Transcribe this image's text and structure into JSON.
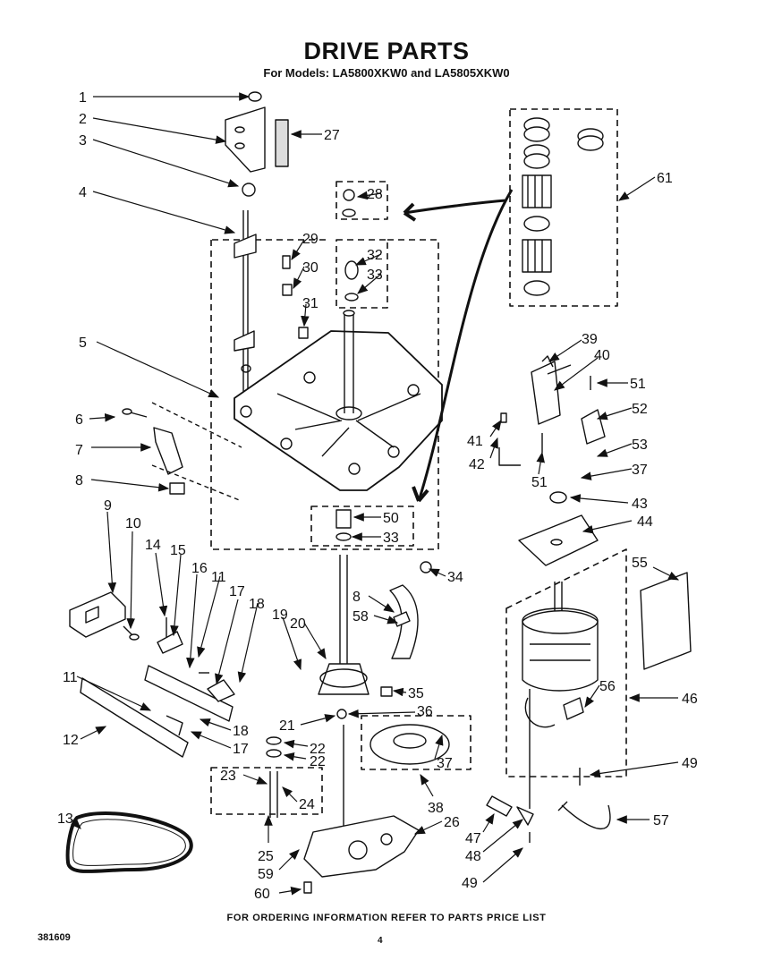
{
  "title": "DRIVE PARTS",
  "subtitle": "For Models: LA5800XKW0  and LA5805XKW0",
  "footer": "FOR ORDERING INFORMATION REFER TO PARTS PRICE LIST",
  "document_number": "381609",
  "page_number": "4",
  "colors": {
    "ink": "#111111",
    "paper": "#ffffff"
  },
  "callouts": [
    {
      "label": "1"
    },
    {
      "label": "2"
    },
    {
      "label": "3"
    },
    {
      "label": "4"
    },
    {
      "label": "5"
    },
    {
      "label": "6"
    },
    {
      "label": "7"
    },
    {
      "label": "8"
    },
    {
      "label": "9"
    },
    {
      "label": "10"
    },
    {
      "label": "14"
    },
    {
      "label": "15"
    },
    {
      "label": "16"
    },
    {
      "label": "11"
    },
    {
      "label": "17"
    },
    {
      "label": "18"
    },
    {
      "label": "11"
    },
    {
      "label": "12"
    },
    {
      "label": "13"
    },
    {
      "label": "18"
    },
    {
      "label": "17"
    },
    {
      "label": "19"
    },
    {
      "label": "20"
    },
    {
      "label": "21"
    },
    {
      "label": "22"
    },
    {
      "label": "22"
    },
    {
      "label": "23"
    },
    {
      "label": "24"
    },
    {
      "label": "25"
    },
    {
      "label": "59"
    },
    {
      "label": "60"
    },
    {
      "label": "26"
    },
    {
      "label": "27"
    },
    {
      "label": "28"
    },
    {
      "label": "29"
    },
    {
      "label": "30"
    },
    {
      "label": "31"
    },
    {
      "label": "32"
    },
    {
      "label": "33"
    },
    {
      "label": "50"
    },
    {
      "label": "33"
    },
    {
      "label": "34"
    },
    {
      "label": "8"
    },
    {
      "label": "58"
    },
    {
      "label": "35"
    },
    {
      "label": "36"
    },
    {
      "label": "37"
    },
    {
      "label": "38"
    },
    {
      "label": "61"
    },
    {
      "label": "39"
    },
    {
      "label": "40"
    },
    {
      "label": "51"
    },
    {
      "label": "52"
    },
    {
      "label": "41"
    },
    {
      "label": "42"
    },
    {
      "label": "51"
    },
    {
      "label": "53"
    },
    {
      "label": "37"
    },
    {
      "label": "43"
    },
    {
      "label": "44"
    },
    {
      "label": "55"
    },
    {
      "label": "56"
    },
    {
      "label": "46"
    },
    {
      "label": "49"
    },
    {
      "label": "47"
    },
    {
      "label": "48"
    },
    {
      "label": "49"
    },
    {
      "label": "57"
    }
  ]
}
